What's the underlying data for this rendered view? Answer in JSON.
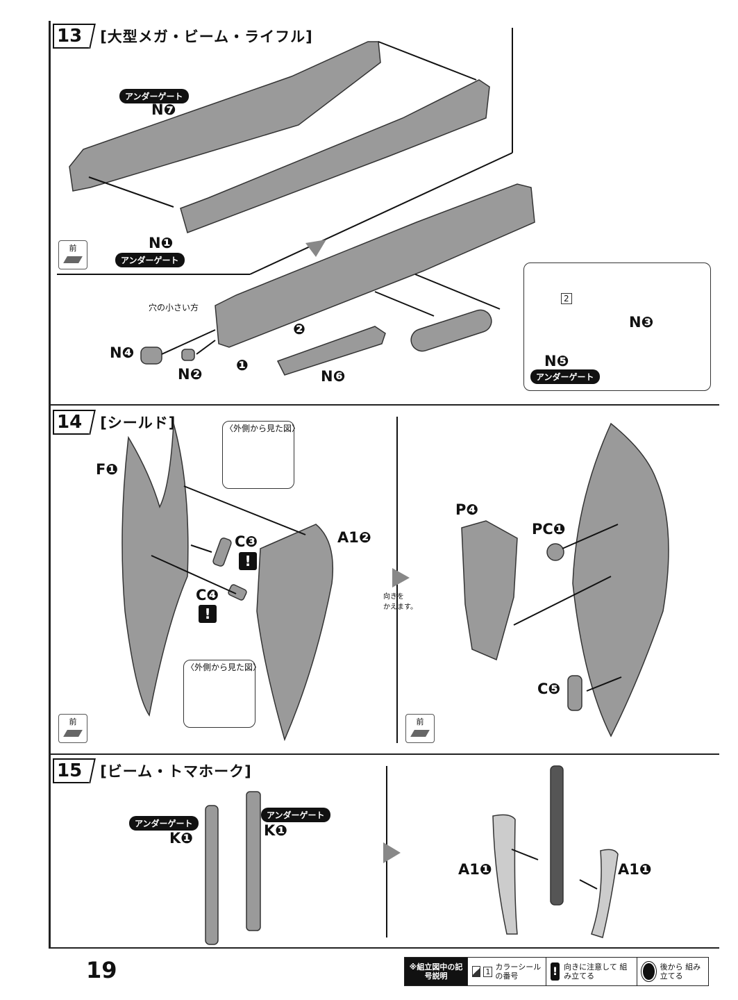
{
  "steps": {
    "s13": {
      "number": "13",
      "title": "[大型メガ・ビーム・ライフル]"
    },
    "s14": {
      "number": "14",
      "title": "[シールド]"
    },
    "s15": {
      "number": "15",
      "title": "[ビーム・トマホーク]"
    }
  },
  "labels": {
    "under_gate": "アンダーゲート",
    "n7": "N❼",
    "n1": "N❶",
    "n2": "N❷",
    "n3": "N❸",
    "n4": "N❹",
    "n5": "N❺",
    "n6": "N❻",
    "small_hole": "穴の小さい方",
    "f1": "F❶",
    "a1_2": "A1❷",
    "c3": "C❸",
    "c4": "C❹",
    "p4": "P4",
    "p4b": "P❹",
    "pc1": "PC❶",
    "c5": "C❺",
    "outside_view": "〈外側から見た図〉",
    "change_orientation": "向きを\nかえます。",
    "k1": "K❶",
    "a1_1": "A1❶",
    "front": "前",
    "step1": "❶",
    "step2": "❷",
    "sticker_no": "2"
  },
  "legend": {
    "head": "※組立図中の記号説明",
    "sticker_num": "1",
    "sticker": "カラーシール の番号",
    "caution": "向きに注意して 組み立てる",
    "later": "後から 組み立てる"
  },
  "page_number": "19"
}
